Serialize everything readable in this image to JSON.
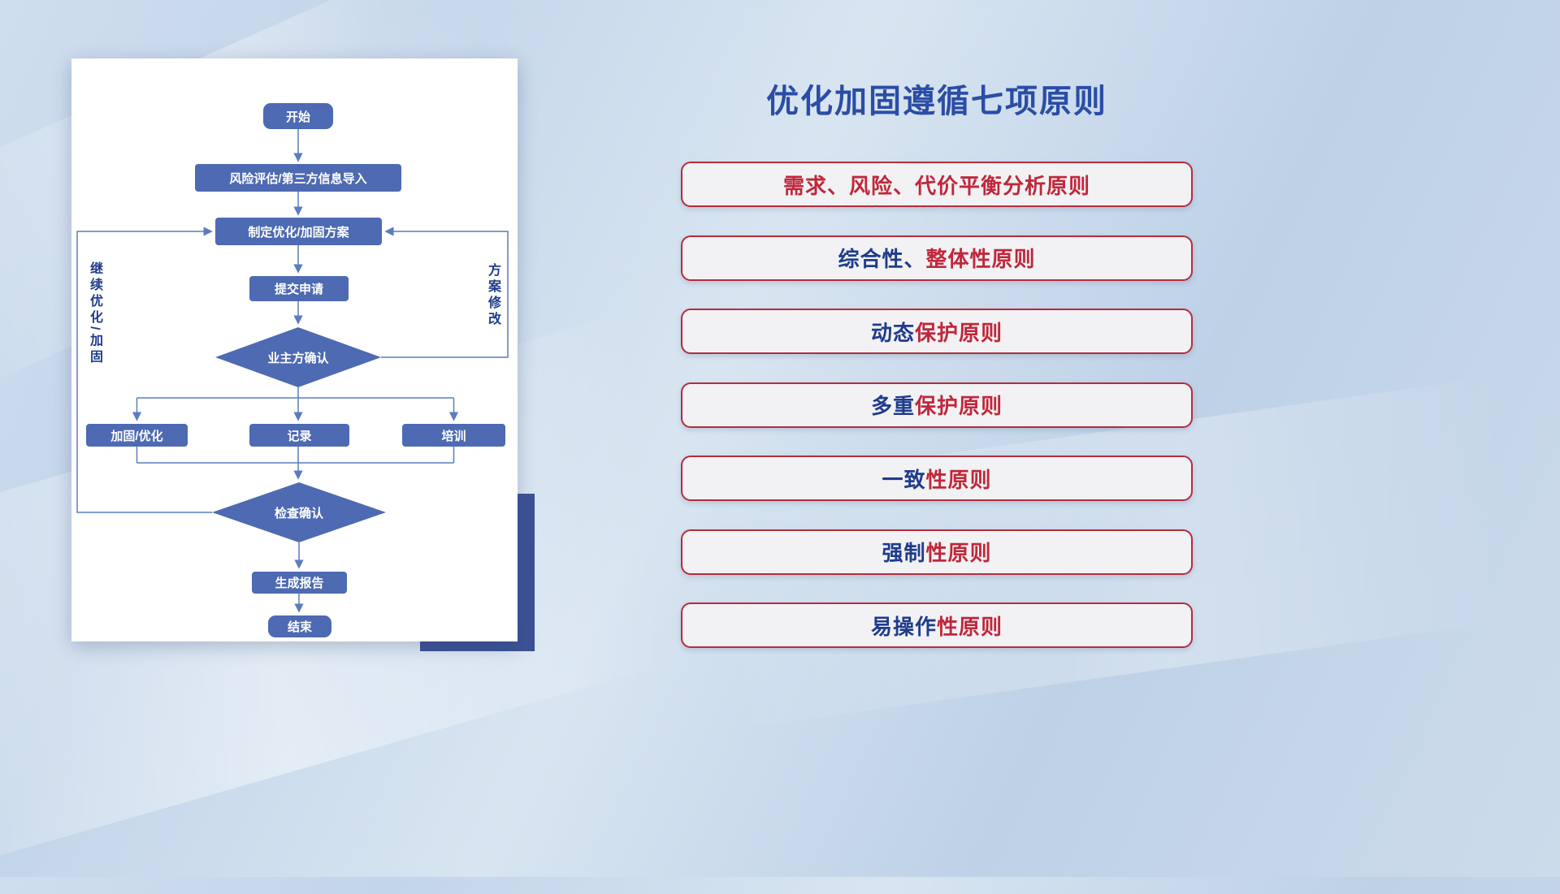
{
  "colors": {
    "navy": "#1f3c8c",
    "crimson": "#c0273a",
    "title": "#2b4da6",
    "line": "#5b7cc0",
    "node-fill": "#4d6ab2",
    "node-text": "#ffffff",
    "pill-bg": "#f2f2f4",
    "pill-border": "#b52c3c",
    "card-accent": "#3d5295"
  },
  "flowchart": {
    "nodes": [
      {
        "id": "start",
        "label": "开始"
      },
      {
        "id": "risk-import",
        "label": "风险评估/第三方信息导入"
      },
      {
        "id": "plan",
        "label": "制定优化/加固方案"
      },
      {
        "id": "submit",
        "label": "提交申请"
      },
      {
        "id": "owner-confirm",
        "label": "业主方确认"
      },
      {
        "id": "harden",
        "label": "加固/优化"
      },
      {
        "id": "record",
        "label": "记录"
      },
      {
        "id": "training",
        "label": "培训"
      },
      {
        "id": "check-confirm",
        "label": "检查确认"
      },
      {
        "id": "report",
        "label": "生成报告"
      },
      {
        "id": "end",
        "label": "结束"
      }
    ],
    "edge_labels": {
      "left": "继续优化/加固",
      "right": "方案修改"
    }
  },
  "right": {
    "title": "优化加固遵循七项原则",
    "principles": [
      {
        "segments": [
          {
            "text": "需求、风险、代价平衡分析原则",
            "color": "crimson"
          }
        ]
      },
      {
        "segments": [
          {
            "text": "综合性、",
            "color": "navy"
          },
          {
            "text": "整体性原则",
            "color": "crimson"
          }
        ]
      },
      {
        "segments": [
          {
            "text": "动态",
            "color": "navy"
          },
          {
            "text": "保护原则",
            "color": "crimson"
          }
        ]
      },
      {
        "segments": [
          {
            "text": "多重",
            "color": "navy"
          },
          {
            "text": "保护原则",
            "color": "crimson"
          }
        ]
      },
      {
        "segments": [
          {
            "text": "一致",
            "color": "navy"
          },
          {
            "text": "性原则",
            "color": "crimson"
          }
        ]
      },
      {
        "segments": [
          {
            "text": "强制",
            "color": "navy"
          },
          {
            "text": "性原则",
            "color": "crimson"
          }
        ]
      },
      {
        "segments": [
          {
            "text": "易操作",
            "color": "navy"
          },
          {
            "text": "性原则",
            "color": "crimson"
          }
        ]
      }
    ]
  }
}
